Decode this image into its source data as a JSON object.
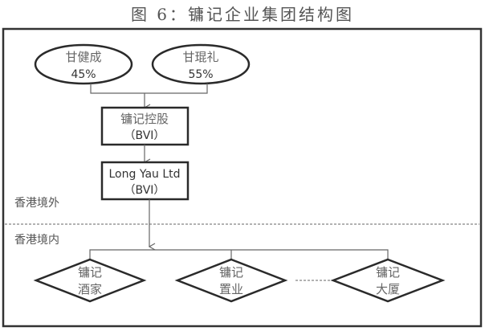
{
  "title": "图 6：镛记企业集团结构图",
  "shareholders": [
    {
      "name": "甘健成",
      "share": "45%"
    },
    {
      "name": "甘琨礼",
      "share": "55%"
    }
  ],
  "holding_companies": [
    {
      "name": "镛记控股",
      "jurisdiction": "（BVI）"
    },
    {
      "name": "Long Yau Ltd",
      "jurisdiction": "（BVI）"
    }
  ],
  "regions": {
    "offshore": "香港境外",
    "onshore": "香港境内"
  },
  "subsidiaries": [
    {
      "line1": "镛记",
      "line2": "酒家"
    },
    {
      "line1": "镛记",
      "line2": "置业"
    },
    {
      "line1": "镛记",
      "line2": "大厦"
    }
  ]
}
